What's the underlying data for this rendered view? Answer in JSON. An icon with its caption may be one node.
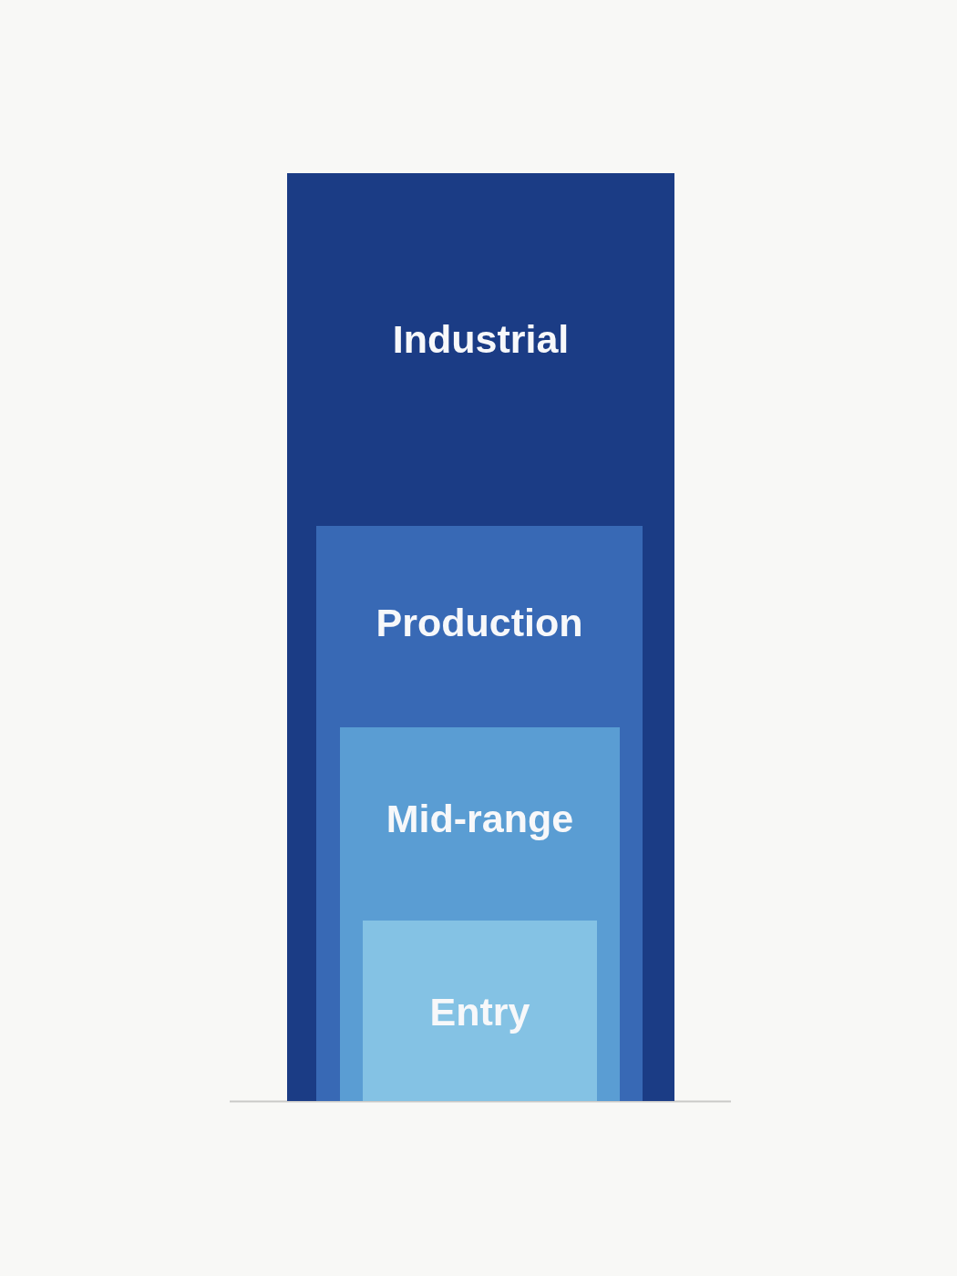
{
  "diagram": {
    "nodes": [
      {
        "text": [
          "Industrial"
        ]
      },
      {
        "text": [
          "Production"
        ],
        "in": 0
      },
      {
        "text": [
          "Mid-range"
        ],
        "in": 1
      },
      {
        "text": [
          "Entry"
        ],
        "in": 2
      }
    ]
  }
}
